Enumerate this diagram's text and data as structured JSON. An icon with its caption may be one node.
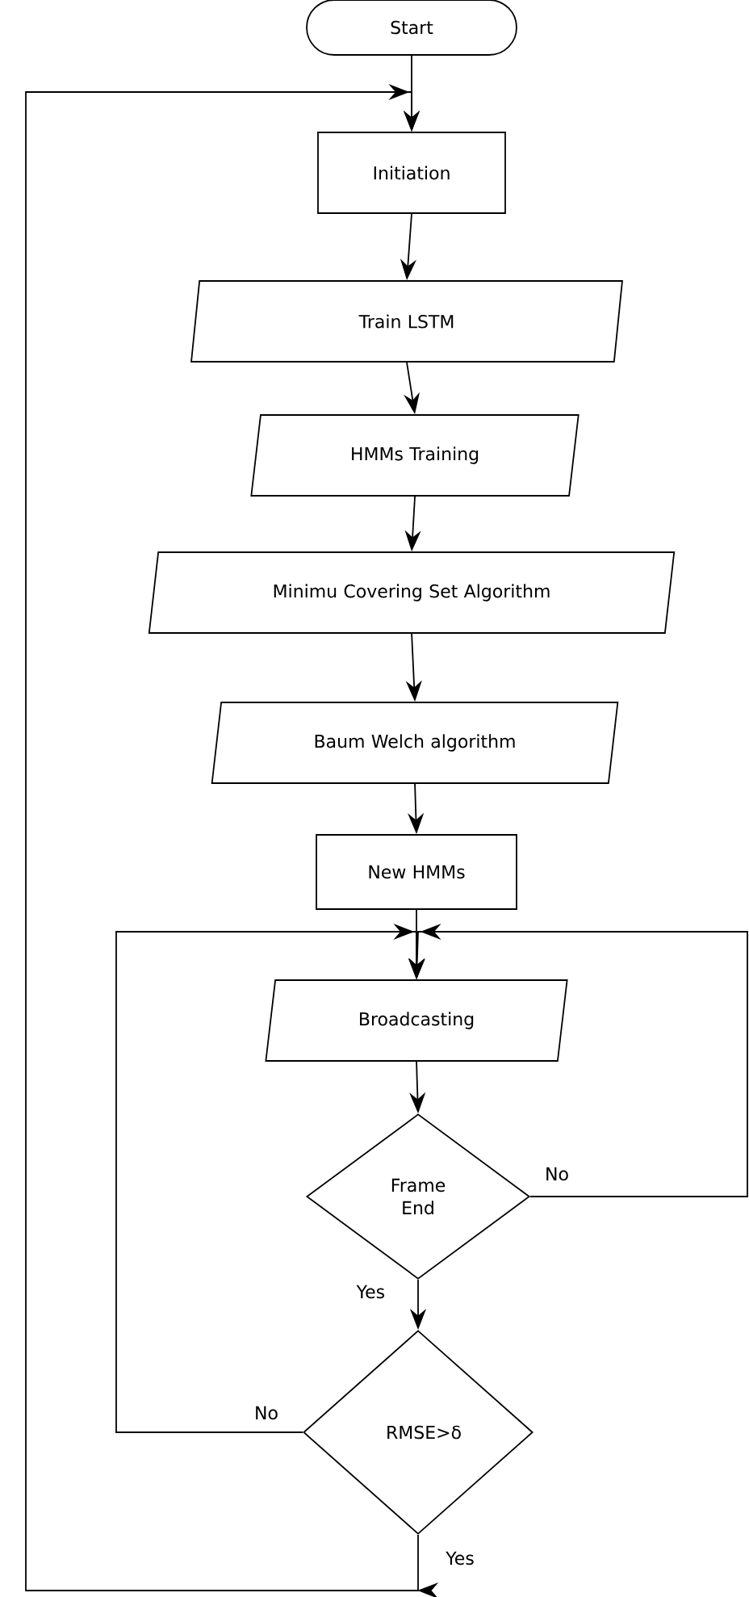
{
  "diagram": {
    "nodes": [
      {
        "text": [
          "Start"
        ]
      },
      {
        "text": [
          "Initiation"
        ]
      },
      {
        "text": [
          "Train LSTM"
        ]
      },
      {
        "text": [
          "HMMs Training"
        ]
      },
      {
        "text": [
          "Minimu Covering Set Algorithm"
        ]
      },
      {
        "text": [
          "Baum Welch algorithm"
        ]
      },
      {
        "text": [
          "New HMMs"
        ]
      },
      {
        "text": [
          "Broadcasting"
        ]
      },
      {
        "text": [
          "Frame End"
        ]
      },
      {
        "text": [
          "RMSE>δ"
        ]
      }
    ],
    "edges": [
      {
        "from": 0,
        "to": 1,
        "arrow": "to"
      },
      {
        "from": 1,
        "to": 2,
        "arrow": "to"
      },
      {
        "from": 2,
        "to": 3,
        "arrow": "to"
      },
      {
        "from": 3,
        "to": 4,
        "arrow": "to"
      },
      {
        "from": 4,
        "to": 5,
        "arrow": "to"
      },
      {
        "from": 5,
        "to": 6,
        "arrow": "to"
      },
      {
        "from": 6,
        "to": 7,
        "arrow": "to"
      },
      {
        "from": 7,
        "to": 8,
        "arrow": "to"
      },
      {
        "from": 8,
        "to": 9,
        "arrow": "to",
        "label": "Yes"
      },
      {
        "from": 8,
        "to": 7,
        "arrow": "to",
        "label": "No"
      },
      {
        "from": 9,
        "to": 7,
        "arrow": "to",
        "label": "No"
      },
      {
        "from": 9,
        "to": 1,
        "arrow": "to",
        "label": "Yes"
      }
    ]
  }
}
